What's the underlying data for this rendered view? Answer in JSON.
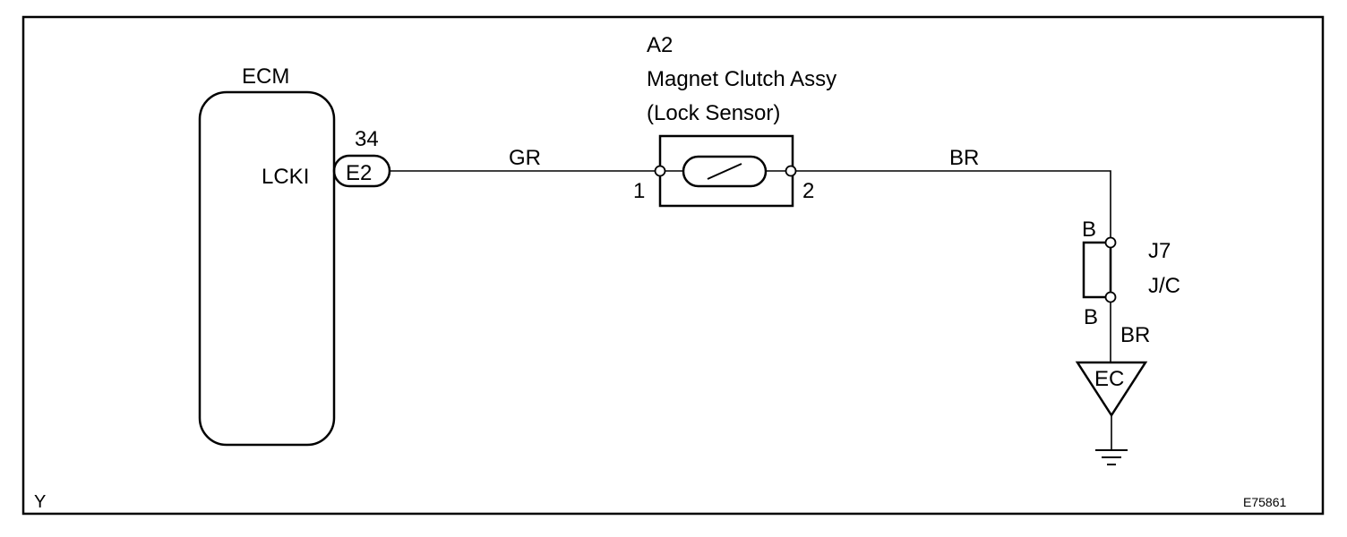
{
  "ecm": {
    "title": "ECM",
    "terminal_name": "LCKI",
    "pin_number": "34",
    "connector": "E2"
  },
  "component": {
    "code": "A2",
    "name": "Magnet Clutch Assy",
    "subname": "(Lock Sensor)",
    "pin_left": "1",
    "pin_right": "2"
  },
  "wires": {
    "ecm_to_component": "GR",
    "component_to_jc": "BR",
    "jc_to_ground": "BR"
  },
  "junction": {
    "connector_code": "J7",
    "type": "J/C",
    "pin_top": "B",
    "pin_bottom": "B"
  },
  "ground": {
    "code": "EC"
  },
  "footer": {
    "left_mark": "Y",
    "figure_id": "E75861"
  }
}
